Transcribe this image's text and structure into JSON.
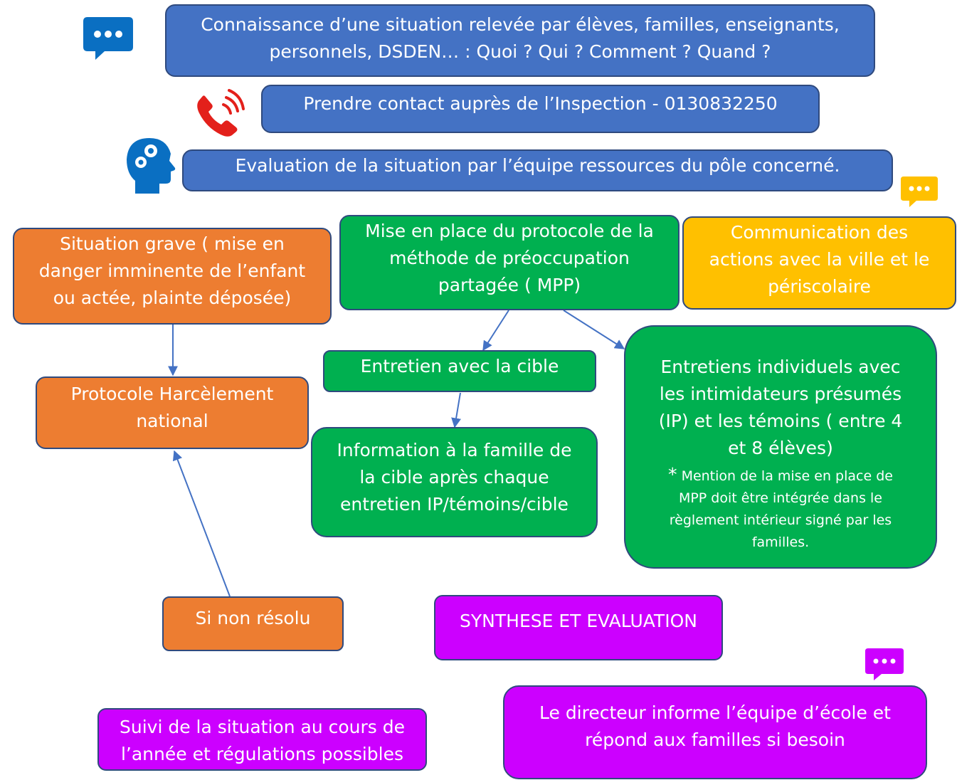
{
  "colors": {
    "blue": "#4472c4",
    "orange": "#ed7d31",
    "green": "#00b050",
    "yellow": "#ffc000",
    "purple": "#cc00ff",
    "phone_red": "#e3201b",
    "connector": "#4472c4"
  },
  "icons": {
    "top_left": "speech-bubble-icon",
    "phone": "phone-ringing-icon",
    "head": "head-with-gears-icon",
    "yellow": "speech-bubble-icon",
    "purple": "speech-bubble-icon"
  },
  "nodes": {
    "connaissance": {
      "line1": "Connaissance d’une situation relevée par élèves, familles, enseignants,",
      "line2": "personnels, DSDEN… : Quoi ? Qui ? Comment ? Quand ?"
    },
    "contact": {
      "text": "Prendre contact auprès de l’Inspection - 0130832250"
    },
    "evaluation": {
      "text": "Evaluation de la situation par l’équipe ressources du pôle concerné."
    },
    "situation_grave": {
      "line1": "Situation grave ( mise en",
      "line2": "danger imminente de l’enfant",
      "line3": "ou actée, plainte déposée)"
    },
    "protocole_national": {
      "line1": "Protocole Harcèlement",
      "line2": "national"
    },
    "mpp": {
      "line1": "Mise en place du protocole de la",
      "line2": "méthode de préoccupation",
      "line3": "partagée ( MPP)"
    },
    "communication": {
      "line1": "Communication des",
      "line2": "actions avec la ville et le",
      "line3": "périscolaire"
    },
    "entretien_cible": {
      "text": "Entretien avec la cible"
    },
    "information_famille": {
      "line1": "Information à la famille de",
      "line2": "la cible après chaque",
      "line3": "entretien IP/témoins/cible"
    },
    "entretiens_individuels": {
      "line1": "Entretiens individuels avec",
      "line2": "les intimidateurs présumés",
      "line3": "(IP) et les témoins ( entre 4",
      "line4": "et 8 élèves)",
      "note_star": "*",
      "note1": "Mention de la mise en place de",
      "note2": "MPP doit être intégrée dans le",
      "note3": "règlement intérieur signé par les",
      "note4": "familles."
    },
    "non_resolu": {
      "text": "Si non résolu"
    },
    "synthese": {
      "text": "SYNTHESE ET EVALUATION"
    },
    "suivi": {
      "line1": "Suivi de la situation au cours de",
      "line2": "l’année et régulations possibles"
    },
    "directeur": {
      "line1": "Le directeur informe l’équipe d’école et",
      "line2": "répond aux familles si besoin"
    }
  }
}
